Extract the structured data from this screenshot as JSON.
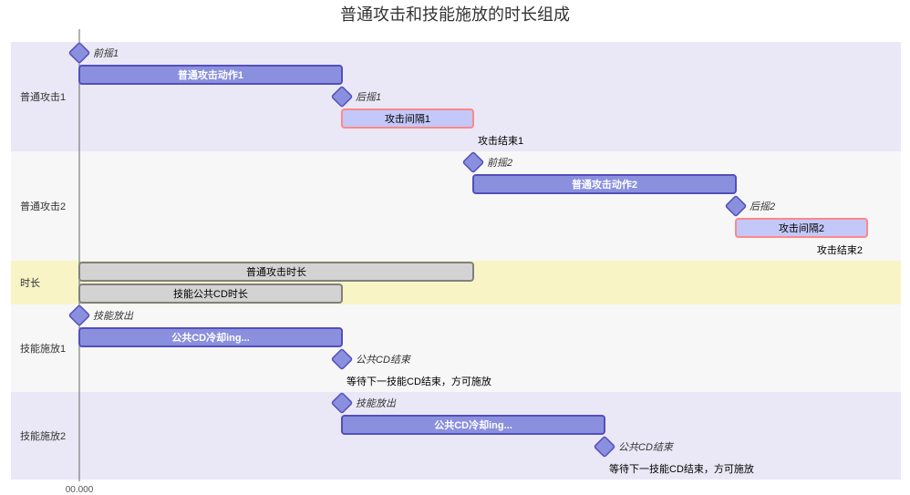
{
  "chart_data": {
    "type": "gantt",
    "title": "普通攻击和技能施放的时长组成",
    "x_tick_labels": [
      "00.000"
    ],
    "sections": [
      {
        "name": "普通攻击1",
        "color": "#eae8f6",
        "tasks": [
          {
            "label": "前摇1",
            "kind": "milestone",
            "start": 0,
            "end": 0
          },
          {
            "label": "普通攻击动作1",
            "kind": "active",
            "start": 0,
            "end": 2
          },
          {
            "label": "后摇1",
            "kind": "milestone",
            "start": 2,
            "end": 2
          },
          {
            "label": "攻击间隔1",
            "kind": "crit",
            "start": 2,
            "end": 3
          },
          {
            "label": "攻击结束1",
            "kind": "text",
            "start": 3,
            "end": 3
          }
        ]
      },
      {
        "name": "普通攻击2",
        "color": "#f7f7f7",
        "tasks": [
          {
            "label": "前摇2",
            "kind": "milestone",
            "start": 3,
            "end": 3
          },
          {
            "label": "普通攻击动作2",
            "kind": "active",
            "start": 3,
            "end": 5
          },
          {
            "label": "后摇2",
            "kind": "milestone",
            "start": 5,
            "end": 5
          },
          {
            "label": "攻击间隔2",
            "kind": "crit",
            "start": 5,
            "end": 6
          },
          {
            "label": "攻击结束2",
            "kind": "text-left",
            "start": 6,
            "end": 6
          }
        ]
      },
      {
        "name": "时长",
        "color": "#f8f4c6",
        "tasks": [
          {
            "label": "普通攻击时长",
            "kind": "done",
            "start": 0,
            "end": 3
          },
          {
            "label": "技能公共CD时长",
            "kind": "done",
            "start": 0,
            "end": 2
          }
        ]
      },
      {
        "name": "技能施放1",
        "color": "#f7f7f7",
        "tasks": [
          {
            "label": "技能放出",
            "kind": "milestone",
            "start": 0,
            "end": 0
          },
          {
            "label": "公共CD冷却ing...",
            "kind": "active",
            "start": 0,
            "end": 2
          },
          {
            "label": "公共CD结束",
            "kind": "milestone",
            "start": 2,
            "end": 2
          },
          {
            "label": "等待下一技能CD结束，方可施放",
            "kind": "text",
            "start": 2,
            "end": 2
          }
        ]
      },
      {
        "name": "技能施放2",
        "color": "#eae8f6",
        "tasks": [
          {
            "label": "技能放出",
            "kind": "milestone",
            "start": 2,
            "end": 2
          },
          {
            "label": "公共CD冷却ing...",
            "kind": "active",
            "start": 2,
            "end": 4
          },
          {
            "label": "公共CD结束",
            "kind": "milestone",
            "start": 4,
            "end": 4
          },
          {
            "label": "等待下一技能CD结束，方可施放",
            "kind": "text",
            "start": 4,
            "end": 4
          }
        ]
      }
    ],
    "colors": {
      "active_fill": "#8a90dd",
      "active_stroke": "#534fbc",
      "crit_fill": "#c3c8f9",
      "crit_stroke": "#ff8888",
      "done_fill": "#d3d3d3",
      "done_stroke": "#808080"
    }
  }
}
